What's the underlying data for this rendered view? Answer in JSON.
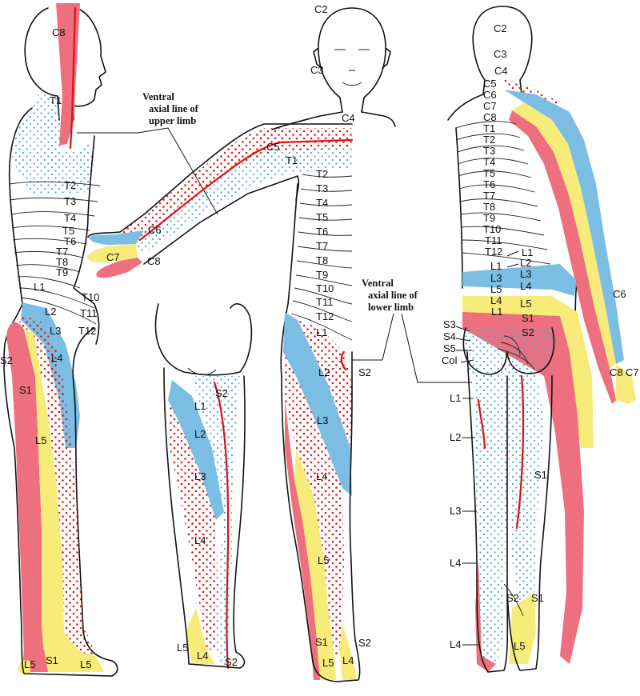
{
  "captions": {
    "upper_line1": "Ventral",
    "upper_line2": "axial line of",
    "upper_line3": "upper limb",
    "lower_line1": "Ventral",
    "lower_line2": "axial line of",
    "lower_line3": "lower limb"
  },
  "colors": {
    "pink": "#ee6f7e",
    "yellow": "#f7ec79",
    "blue": "#7cbde3",
    "blue_dots": "#4aa8d8",
    "red_dots": "#d61a1a",
    "axial_line": "#e01010"
  },
  "labels": {
    "lateral": [
      "C8",
      "T1",
      "T2",
      "T3",
      "T4",
      "T5",
      "T6",
      "T7",
      "T8",
      "T9",
      "T10",
      "T11",
      "T12",
      "L1",
      "L2",
      "L3",
      "L4",
      "S2",
      "S1",
      "L5",
      "L5",
      "S1",
      "L5"
    ],
    "arm": [
      "C5",
      "T1",
      "C6",
      "C7",
      "C8"
    ],
    "anterior": [
      "C2",
      "C3",
      "C4",
      "T2",
      "T3",
      "T4",
      "T5",
      "T6",
      "T7",
      "T8",
      "T9",
      "T10",
      "T11",
      "T12",
      "L1",
      "L2",
      "S2",
      "L3",
      "L4",
      "L5",
      "S1",
      "S2",
      "L5",
      "L4"
    ],
    "medial_leg": [
      "S2",
      "L1",
      "L2",
      "L3",
      "L4",
      "L5",
      "L4",
      "S2"
    ],
    "posterior": [
      "C2",
      "C3",
      "C4",
      "C5",
      "C6",
      "C7",
      "C8",
      "T1",
      "T2",
      "T3",
      "T4",
      "T5",
      "T6",
      "T7",
      "T8",
      "T9",
      "T10",
      "T11",
      "T12",
      "L1",
      "L2",
      "L1",
      "L3",
      "L3",
      "L5",
      "L4",
      "L4",
      "L5",
      "L1",
      "S1",
      "S3",
      "S2",
      "S4",
      "S5",
      "Col",
      "C6",
      "C8",
      "C7",
      "L1",
      "L2",
      "S1",
      "L3",
      "L4",
      "S2",
      "S1",
      "L4",
      "L5"
    ]
  }
}
